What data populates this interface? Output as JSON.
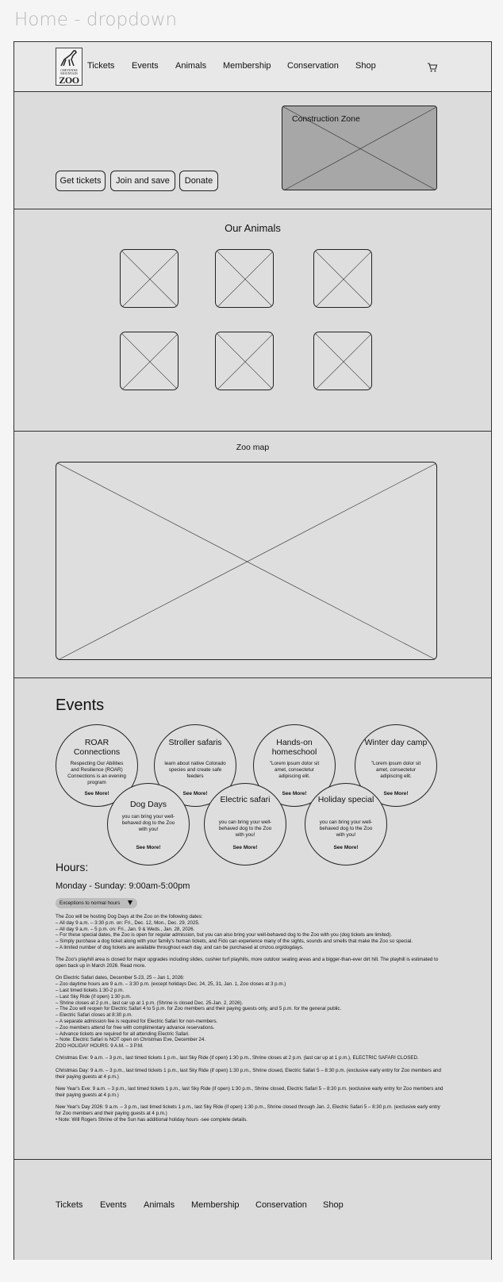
{
  "page_title": "Home - dropdown",
  "header": {
    "logo": {
      "line1": "CHEYENNE",
      "line2": "MOUNTAIN",
      "line3": "ZOO"
    },
    "nav": [
      "Tickets",
      "Events",
      "Animals",
      "Membership",
      "Conservation",
      "Shop"
    ],
    "cart_icon": "cart-icon"
  },
  "hero": {
    "buttons": [
      "Get tickets",
      "Join and save",
      "Donate"
    ],
    "construction_label": "Construction Zone"
  },
  "animals": {
    "title": "Our Animals",
    "count": 6
  },
  "map": {
    "title": "Zoo map"
  },
  "events": {
    "title": "Events",
    "items": [
      {
        "title": "ROAR Connections",
        "desc": "Respecting Our Abilities and Resilience (ROAR) Connections is an evening program",
        "more": "See More!"
      },
      {
        "title": "Stroller safaris",
        "desc": "learn about native Colorado species and create safe feeders",
        "more": "See More!"
      },
      {
        "title": "Hands-on homeschool",
        "desc": "\"Lorem ipsum dolor sit amet, consectetur adipiscing elit.",
        "more": "See More!"
      },
      {
        "title": "Winter day camp",
        "desc": "\"Lorem ipsum dolor sit amet, consectetur adipiscing elit.",
        "more": "See More!"
      },
      {
        "title": "Dog Days",
        "desc": "you can bring your well-behaved dog to the Zoo with you!",
        "more": "See More!"
      },
      {
        "title": "Electric safari",
        "desc": "you can bring your well-behaved dog to the Zoo with you!",
        "more": "See More!"
      },
      {
        "title": "Holiday special",
        "desc": "you can bring your well-behaved dog to the Zoo with you!",
        "more": "See More!"
      }
    ]
  },
  "hours": {
    "title": "Hours:",
    "line": "Monday - Sunday: 9:00am-5:00pm",
    "exceptions_label": "Exceptions to normal hours"
  },
  "notes": {
    "p1": [
      "The Zoo will be hosting Dog Days at the Zoo on the following dates:",
      "– All day 9 a.m. – 3:30 p.m. on: Fri., Dec. 12, Mon., Dec. 29, 2025.",
      "– All day 9 a.m. – 5 p.m. on: Fri., Jan. 9 & Weds., Jan. 28, 2026.",
      "– For these special dates, the Zoo is open for regular admission, but you can also bring your well-behaved dog to the Zoo with you (dog tickets are limited).",
      "– Simply purchase a dog ticket along with your family's human tickets, and Fido can experience many of the sights, sounds and smells that make the Zoo so special.",
      "– A limited number of dog tickets are available throughout each day, and can be purchased at cmzoo.org/dogdays."
    ],
    "p2": "The Zoo's playhill area is closed for major upgrades including slides, cushier turf playhills, more outdoor seating areas and a bigger-than-ever dirt hill. The playhill is estimated to open back up in March 2026. Read more.",
    "p3": [
      "On Electric Safari dates, December 5-23, 25 – Jan 1, 2026:",
      "– Zoo daytime hours are 9 a.m. – 3:30 p.m. (except holidays Dec. 24, 25, 31, Jan. 1, Zoo closes at 3 p.m.)",
      "– Last timed tickets 1:30-2 p.m.",
      "– Last Sky Ride (if open) 1:30 p.m.",
      "– Shrine closes at 2 p.m., last car up at 1 p.m. (Shrine is closed Dec. 25-Jan. 2, 2026).",
      "– The Zoo will reopen for Electric Safari 4 to 5 p.m. for Zoo members and their paying guests only, and 5 p.m. for the general public.",
      "– Electric Safari closes at 8:30 p.m.",
      "– A separate admission fee is required for Electric Safari for non-members.",
      "– Zoo members attend for free with complimentary advance reservations.",
      "– Advance tickets are required for all attending Electric Safari.",
      "– Note: Electric Safari is NOT open on Christmas Eve, December 24.",
      "ZOO HOLIDAY HOURS: 9 A.M. – 3 P.M."
    ],
    "p4": "Christmas Eve: 9 a.m. – 3 p.m., last timed tickets 1 p.m., last Sky Ride (if open) 1:30 p.m., Shrine closes at 2 p.m. (last car up at 1 p.m.), ELECTRIC SAFARI CLOSED.",
    "p5": "Christmas Day: 9 a.m. – 3 p.m., last timed tickets 1 p.m., last Sky Ride (if open) 1:30 p.m., Shrine closed, Electric Safari 5 – 8:30 p.m. (exclusive early entry for Zoo members and their paying guests at 4 p.m.)",
    "p6": "New Year's Eve: 9 a.m. – 3 p.m., last timed tickets 1 p.m., last Sky Ride (if open) 1:30 p.m., Shrine closed, Electric Safari 5 – 8:30 p.m. (exclusive early entry for Zoo members and their paying guests at 4 p.m.)",
    "p7": [
      "New Year's Day 2026: 9 a.m. – 3 p.m., last timed tickets 1 p.m., last Sky Ride (if open) 1:30 p.m., Shrine closed through Jan. 2, Electric Safari 5 – 8:30 p.m. (exclusive early entry for Zoo members and their paying guests at 4 p.m.)",
      "• Note: Will Rogers Shrine of the Sun has additional holiday hours -see complete details."
    ]
  },
  "footer": {
    "nav": [
      "Tickets",
      "Events",
      "Animals",
      "Membership",
      "Conservation",
      "Shop"
    ]
  }
}
